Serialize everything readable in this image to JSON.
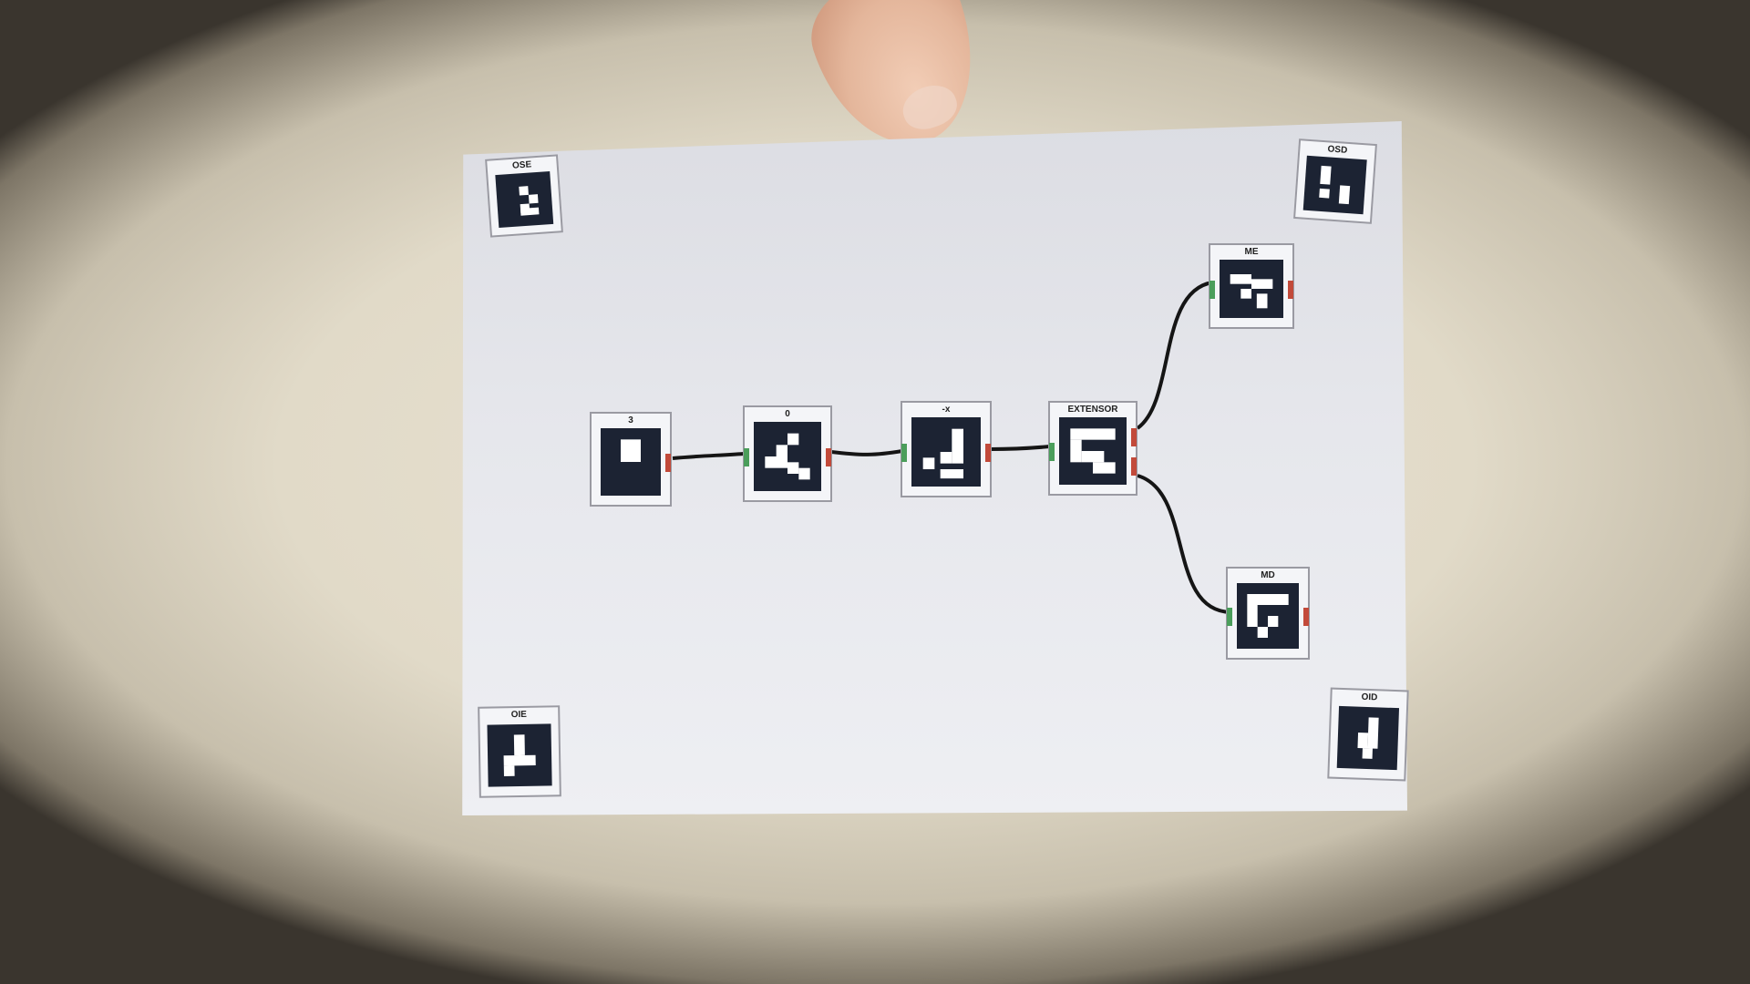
{
  "blocks": {
    "b3": "3",
    "b0": "0",
    "bneg": "-x",
    "extensor": "EXTENSOR",
    "me": "ME",
    "md": "MD"
  },
  "corners": {
    "top_left": "OSE",
    "top_right": "OSD",
    "bottom_left": "OIE",
    "bottom_right": "OID"
  },
  "colors": {
    "port_input": "#4b9e5b",
    "port_output": "#c24a3a",
    "marker": "#1c2333"
  }
}
